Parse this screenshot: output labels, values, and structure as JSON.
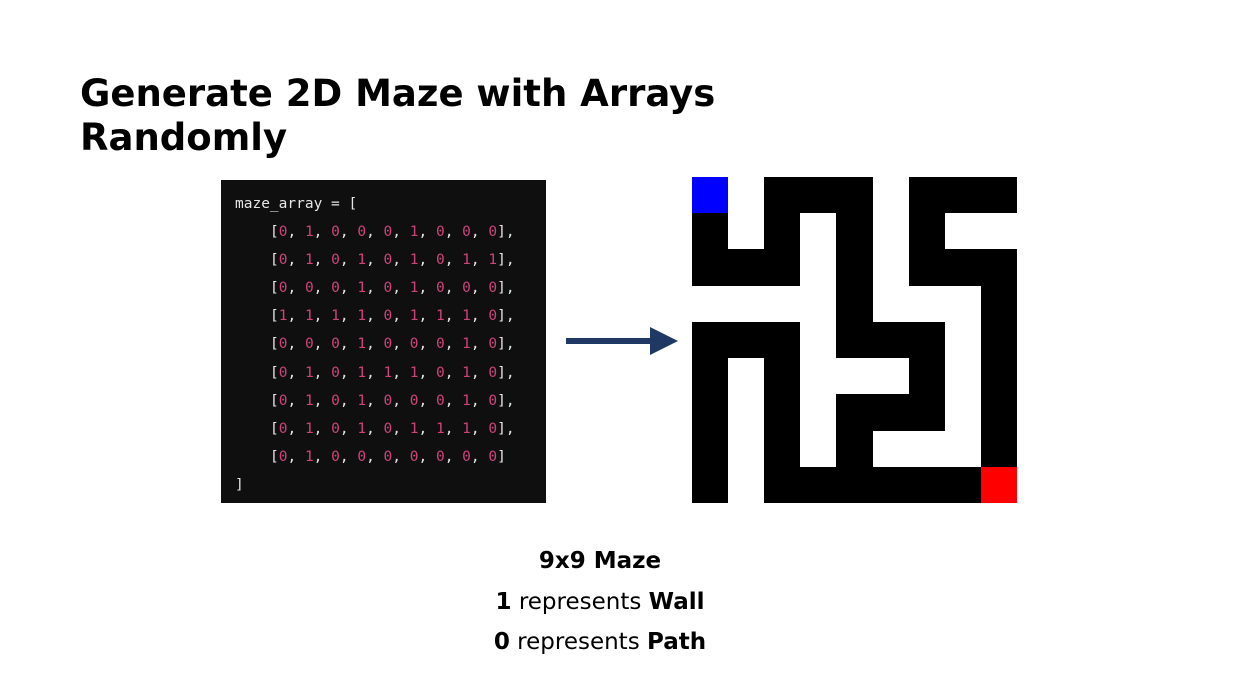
{
  "slide": {
    "title_line1": "Generate 2D Maze with Arrays",
    "title_line2": "Randomly"
  },
  "code": {
    "header": "maze_array = [",
    "footer": "]",
    "maze_array": [
      [
        0,
        1,
        0,
        0,
        0,
        1,
        0,
        0,
        0
      ],
      [
        0,
        1,
        0,
        1,
        0,
        1,
        0,
        1,
        1
      ],
      [
        0,
        0,
        0,
        1,
        0,
        1,
        0,
        0,
        0
      ],
      [
        1,
        1,
        1,
        1,
        0,
        1,
        1,
        1,
        0
      ],
      [
        0,
        0,
        0,
        1,
        0,
        0,
        0,
        1,
        0
      ],
      [
        0,
        1,
        0,
        1,
        1,
        1,
        0,
        1,
        0
      ],
      [
        0,
        1,
        0,
        1,
        0,
        0,
        0,
        1,
        0
      ],
      [
        0,
        1,
        0,
        1,
        0,
        1,
        1,
        1,
        0
      ],
      [
        0,
        1,
        0,
        0,
        0,
        0,
        0,
        0,
        0
      ]
    ]
  },
  "maze_colors": {
    "wall": "#ffffff",
    "path": "#000000",
    "start": "#0000ff",
    "end": "#ff0000",
    "arrow": "#203864"
  },
  "captions": {
    "line1": "9x9 Maze",
    "line2_bold1": "1",
    "line2_text": " represents ",
    "line2_bold2": "Wall",
    "line3_bold1": "0",
    "line3_text": " represents ",
    "line3_bold2": "Path"
  }
}
